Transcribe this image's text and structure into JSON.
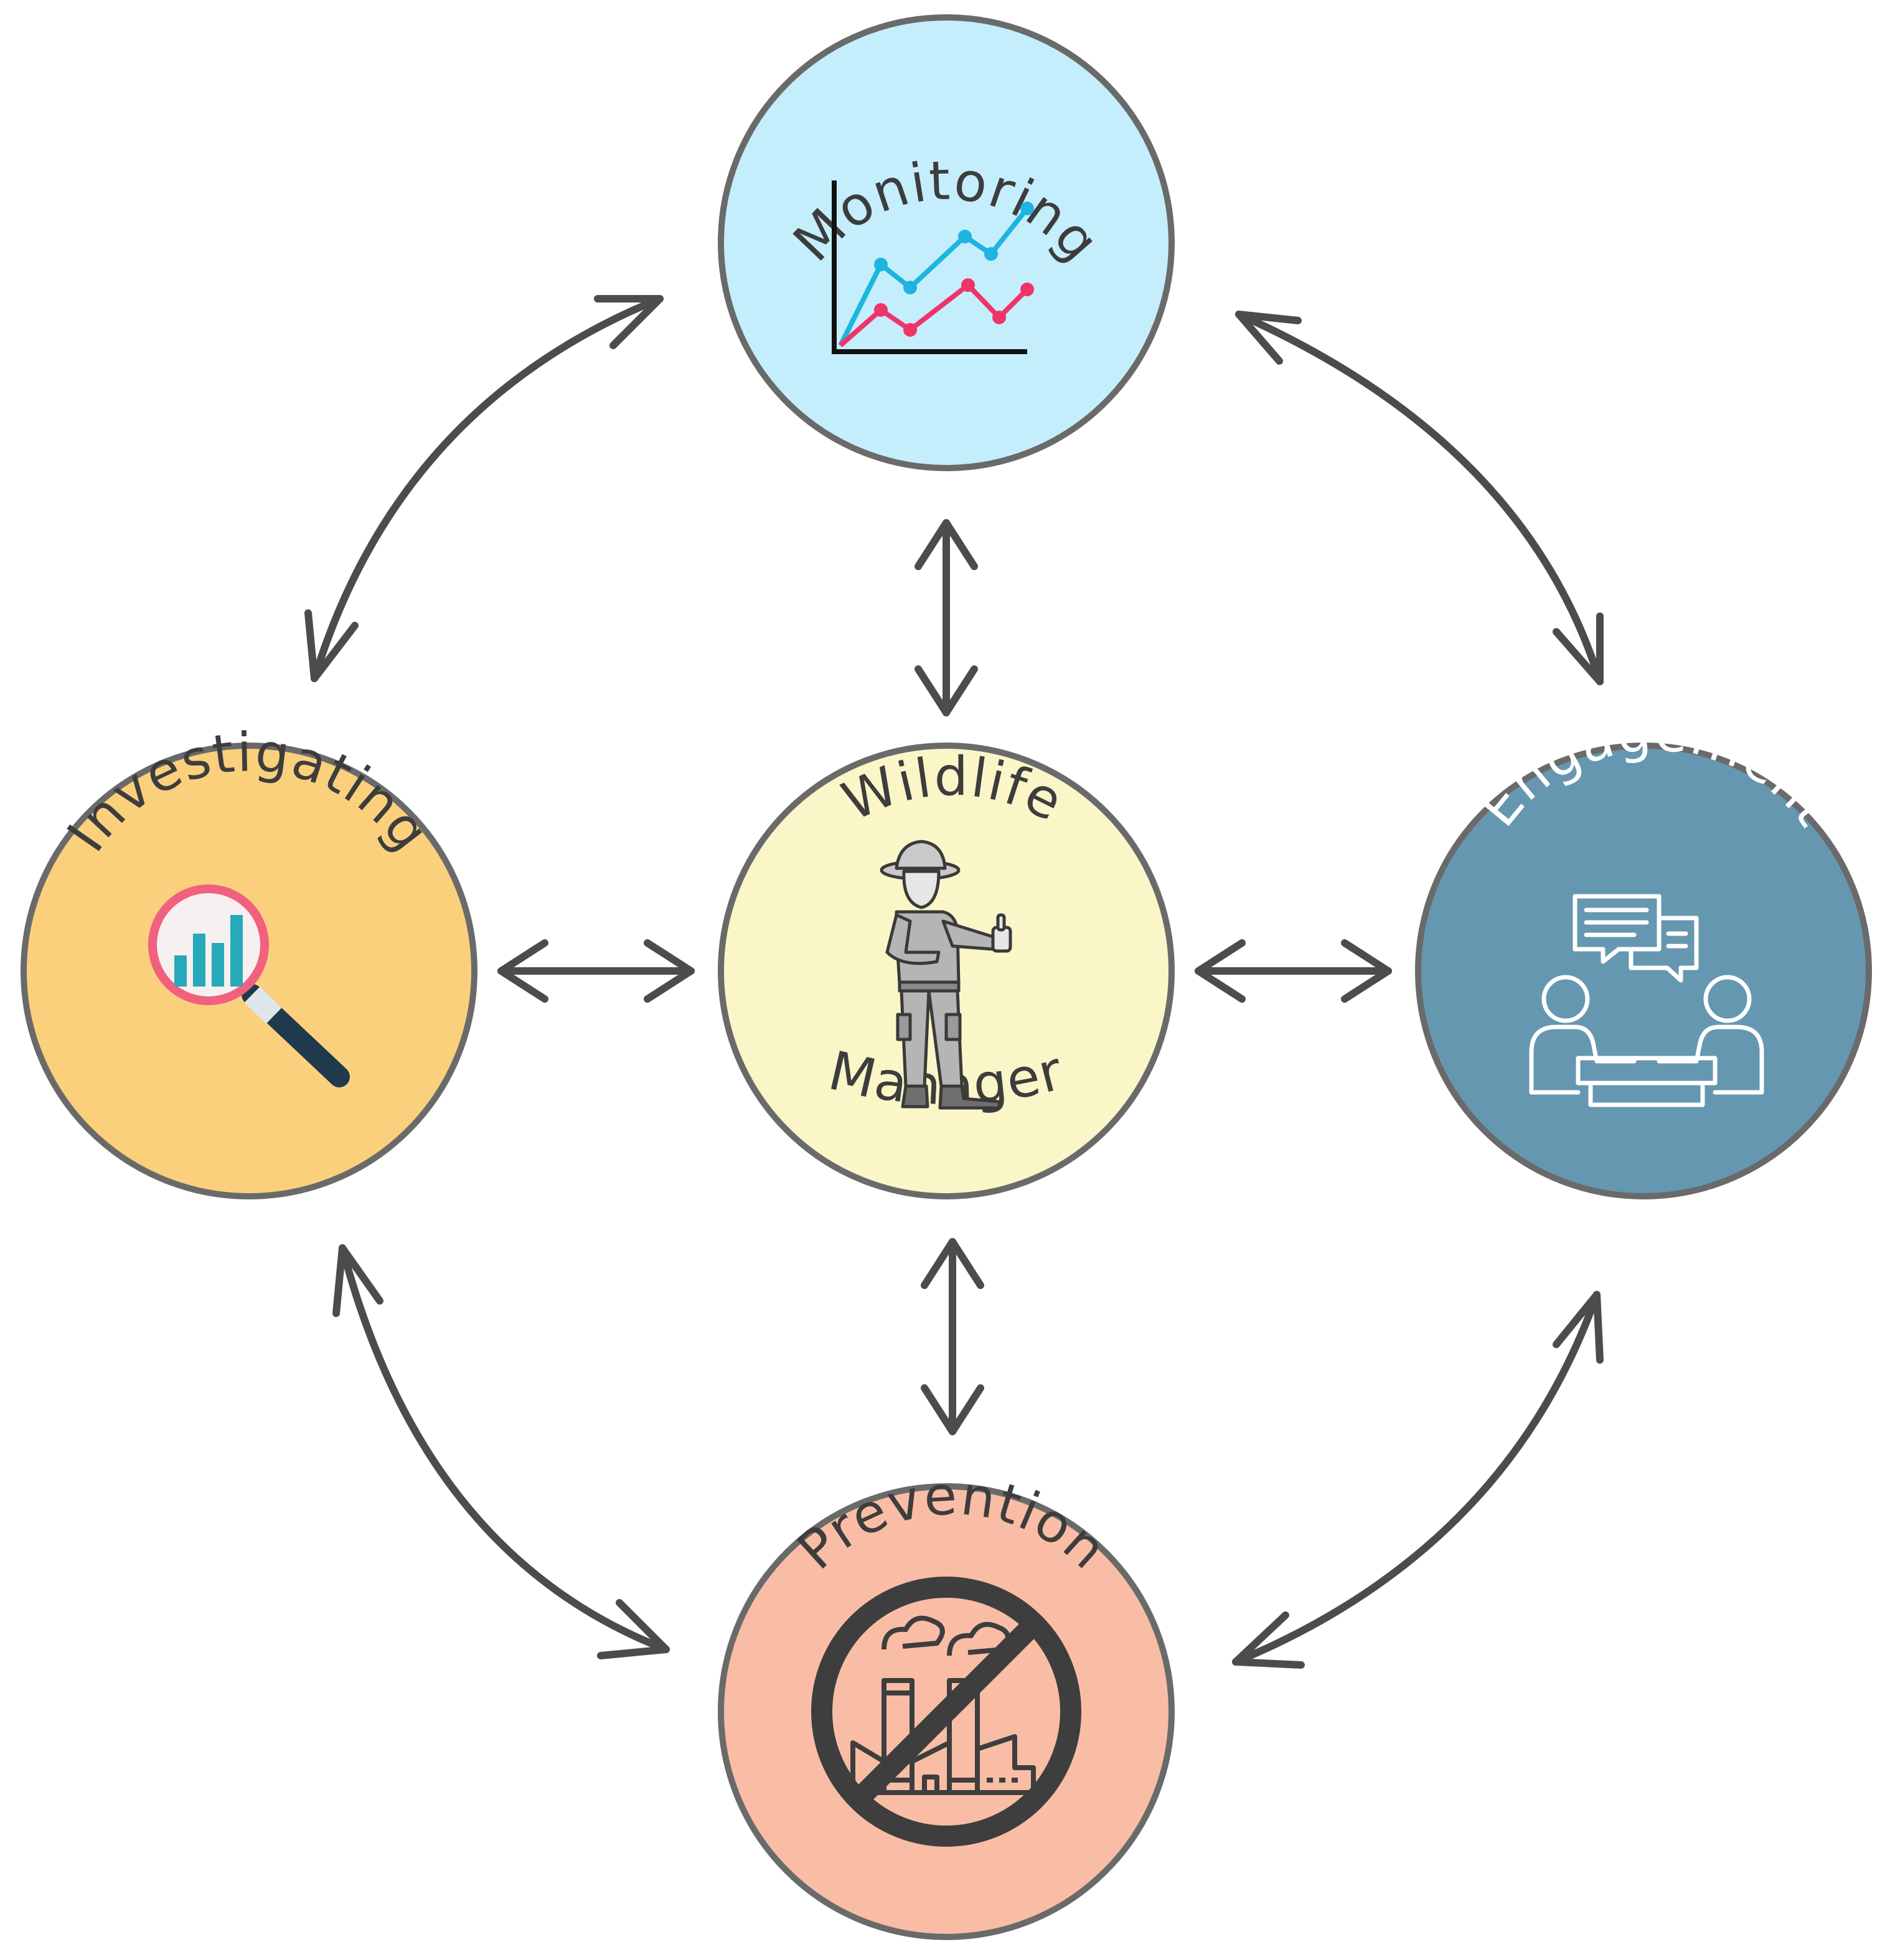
{
  "nodes": {
    "monitoring": {
      "label": "Monitoring",
      "fill": "#c5eefc",
      "icon": "line-chart-icon"
    },
    "investigating": {
      "label": "Investigating",
      "fill": "#fbd07c",
      "icon": "magnifier-bar-chart-icon"
    },
    "wildlife": {
      "label_top": "Wildlife",
      "label_bottom": "Manager",
      "fill": "#faf6c8",
      "icon": "ranger-icon"
    },
    "engagement": {
      "label": "Engagement",
      "fill": "#6697b0",
      "icon": "meeting-icon"
    },
    "prevention": {
      "label": "Prevention",
      "fill": "#f9bda5",
      "icon": "no-factory-icon"
    }
  },
  "colors": {
    "arrow": "#4a4d4a",
    "chart_series_1": "#1eb4e0",
    "chart_series_2": "#f0346a",
    "magnifier_ring": "#f2607f",
    "magnifier_bars": "#26a9b8",
    "magnifier_handle": "#1f3a4c"
  }
}
